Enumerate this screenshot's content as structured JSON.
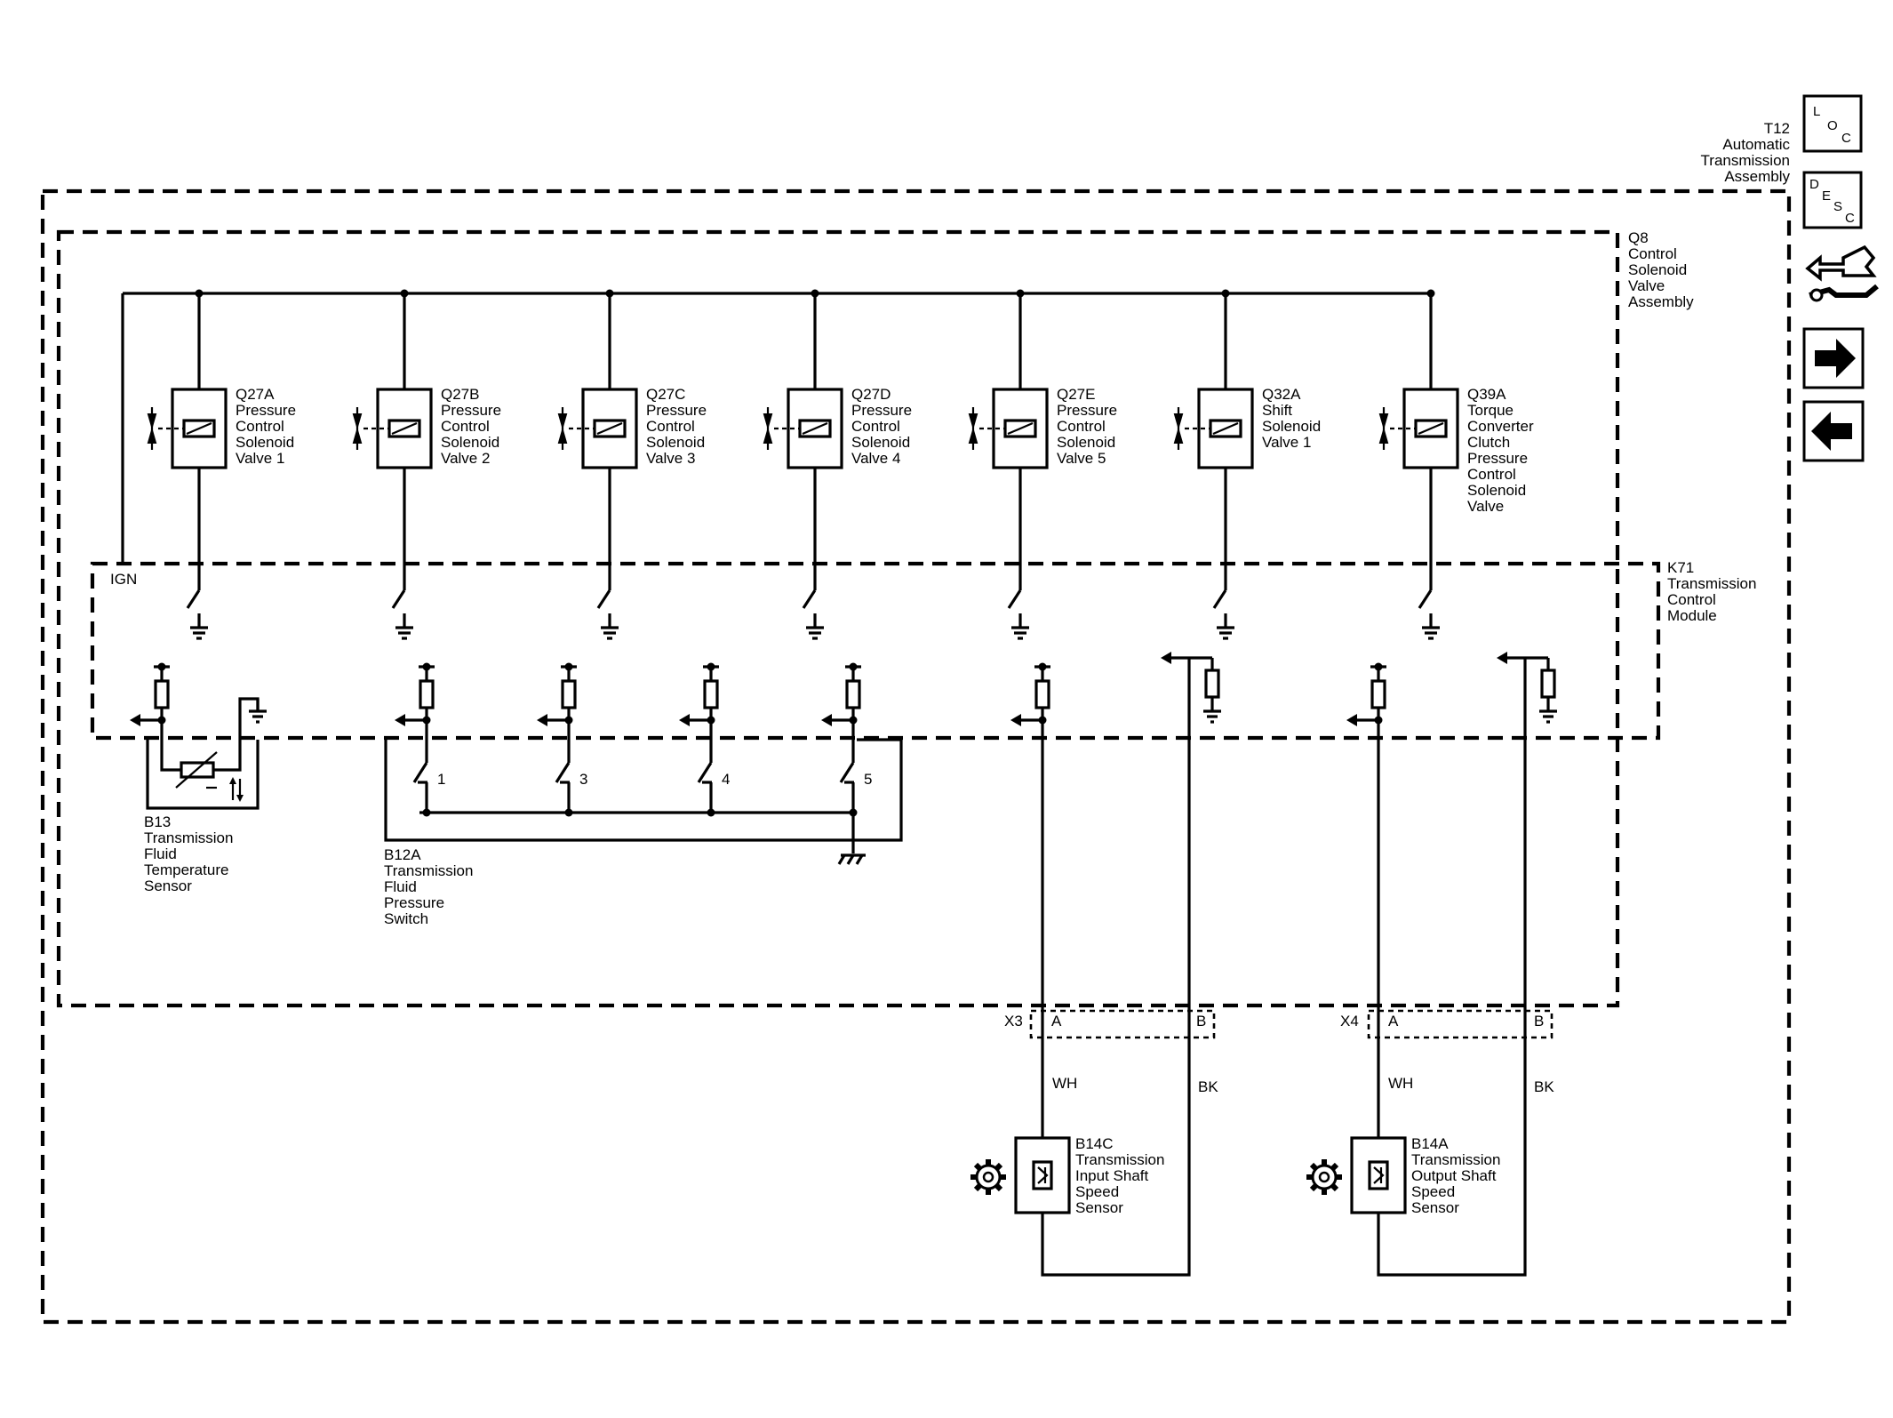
{
  "assembly": {
    "id": "T12",
    "label_lines": [
      "Automatic",
      "Transmission",
      "Assembly"
    ]
  },
  "valve_body": {
    "id": "Q8",
    "label_lines": [
      "Control",
      "Solenoid",
      "Valve",
      "Assembly"
    ]
  },
  "module": {
    "id": "K71",
    "label_lines": [
      "Transmission",
      "Control",
      "Module"
    ],
    "ign_label": "IGN"
  },
  "solenoids": [
    {
      "id": "Q27A",
      "lines": [
        "Pressure",
        "Control",
        "Solenoid",
        "Valve 1"
      ]
    },
    {
      "id": "Q27B",
      "lines": [
        "Pressure",
        "Control",
        "Solenoid",
        "Valve 2"
      ]
    },
    {
      "id": "Q27C",
      "lines": [
        "Pressure",
        "Control",
        "Solenoid",
        "Valve 3"
      ]
    },
    {
      "id": "Q27D",
      "lines": [
        "Pressure",
        "Control",
        "Solenoid",
        "Valve 4"
      ]
    },
    {
      "id": "Q27E",
      "lines": [
        "Pressure",
        "Control",
        "Solenoid",
        "Valve 5"
      ]
    },
    {
      "id": "Q32A",
      "lines": [
        "Shift",
        "Solenoid",
        "Valve 1"
      ]
    },
    {
      "id": "Q39A",
      "lines": [
        "Torque",
        "Converter",
        "Clutch",
        "Pressure",
        "Control",
        "Solenoid",
        "Valve"
      ]
    }
  ],
  "temp_sensor": {
    "id": "B13",
    "lines": [
      "Transmission",
      "Fluid",
      "Temperature",
      "Sensor"
    ]
  },
  "pressure_switch": {
    "id": "B12A",
    "lines": [
      "Transmission",
      "Fluid",
      "Pressure",
      "Switch"
    ],
    "contacts": [
      "1",
      "3",
      "4",
      "5"
    ]
  },
  "connectors": [
    {
      "id": "X3",
      "pin_a": "A",
      "pin_b": "B"
    },
    {
      "id": "X4",
      "pin_a": "A",
      "pin_b": "B"
    }
  ],
  "wires": {
    "x3_a": "WH",
    "x3_b": "BK",
    "x4_a": "WH",
    "x4_b": "BK"
  },
  "speed_sensors": [
    {
      "id": "B14C",
      "lines": [
        "Transmission",
        "Input Shaft",
        "Speed",
        "Sensor"
      ]
    },
    {
      "id": "B14A",
      "lines": [
        "Transmission",
        "Output Shaft",
        "Speed",
        "Sensor"
      ]
    }
  ],
  "nav": {
    "loc": [
      "L",
      "O",
      "C"
    ],
    "desc": [
      "D",
      "E",
      "S",
      "C"
    ],
    "icons": [
      "connector-tool-icon",
      "arrow-right-icon",
      "arrow-left-icon"
    ]
  }
}
